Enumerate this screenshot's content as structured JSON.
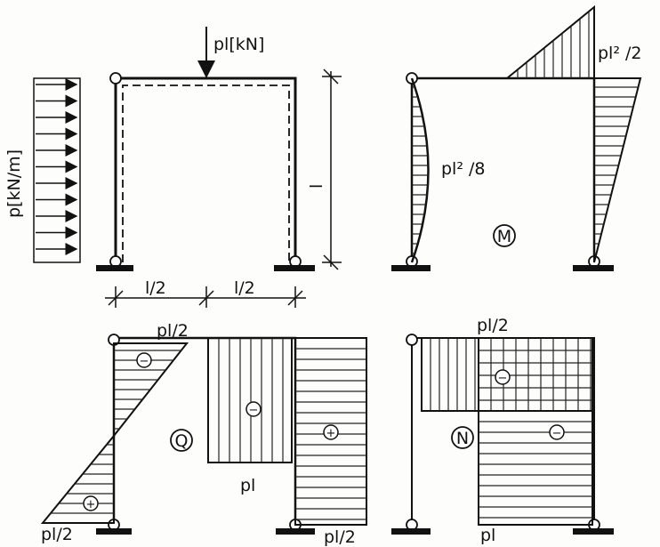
{
  "loads": {
    "point_load": "pl[kN]",
    "distributed_load": "p[kN/m]"
  },
  "dimensions": {
    "half_span_left": "l/2",
    "half_span_right": "l/2",
    "height": "l"
  },
  "moment": {
    "symbol": "M",
    "top_value": "pl² /2",
    "left_value": "pl² /8"
  },
  "shear": {
    "symbol": "Q",
    "left_top": "pl/2",
    "left_bottom": "pl/2",
    "middle_bottom": "pl",
    "right_bottom": "pl/2",
    "sign_minus": "−",
    "sign_plus": "+"
  },
  "normal": {
    "symbol": "N",
    "top_value": "pl/2",
    "bottom_value": "pl",
    "sign_minus": "−"
  }
}
